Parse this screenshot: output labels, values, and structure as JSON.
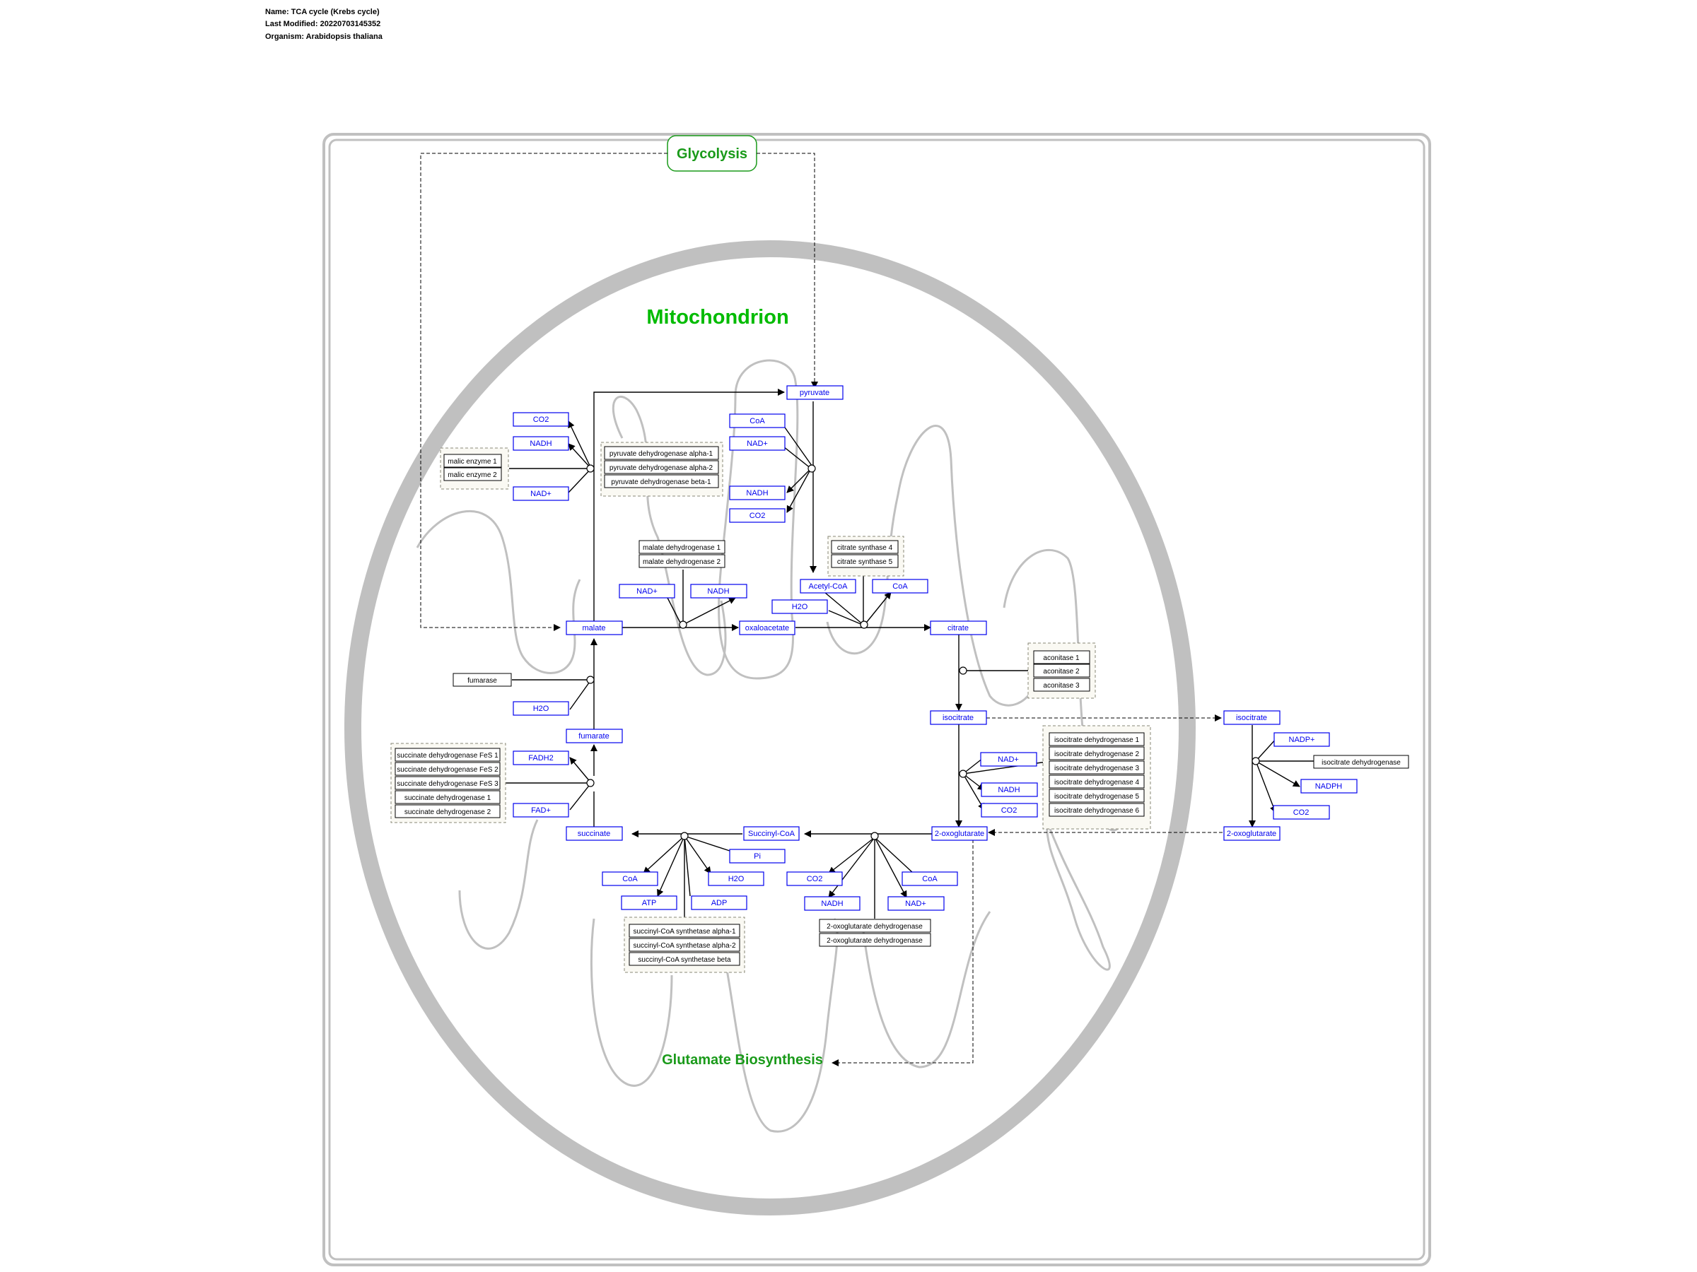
{
  "header": {
    "name": "Name: TCA cycle (Krebs cycle)",
    "modified": "Last Modified: 20220703145352",
    "organism": "Organism: Arabidopsis thaliana"
  },
  "labels": {
    "glycolysis": "Glycolysis",
    "mitochondrion": "Mitochondrion",
    "glutamate": "Glutamate Biosynthesis"
  },
  "metabolites": {
    "pyruvate": "pyruvate",
    "coa_pdh": "CoA",
    "nadp_pdh": "NAD+",
    "nadh_pdh": "NADH",
    "co2_pdh": "CO2",
    "co2_me": "CO2",
    "nadh_me": "NADH",
    "nadp_me": "NAD+",
    "malate": "malate",
    "oxaloacetate": "oxaloacetate",
    "nadp_mdh": "NAD+",
    "nadh_mdh": "NADH",
    "acetylcoa": "Acetyl-CoA",
    "coa_cs": "CoA",
    "h2o_cs": "H2O",
    "citrate": "citrate",
    "isocitrate": "isocitrate",
    "isocitrate_r": "isocitrate",
    "nadpp": "NADP+",
    "nadph": "NADPH",
    "co2_icd_r": "CO2",
    "oxo_r": "2-oxoglutarate",
    "nadp_icd": "NAD+",
    "nadh_icd": "NADH",
    "co2_icd": "CO2",
    "oxoglutarate": "2-oxoglutarate",
    "succinylcoa": "Succinyl-CoA",
    "co2_ogd": "CO2",
    "coa_ogd": "CoA",
    "nadh_ogd": "NADH",
    "nadp_ogd": "NAD+",
    "pi": "Pi",
    "h2o_scs": "H2O",
    "coa_scs": "CoA",
    "atp": "ATP",
    "adp": "ADP",
    "succinate": "succinate",
    "fadh2": "FADH2",
    "fad": "FAD+",
    "fumarate": "fumarate",
    "h2o_fum": "H2O"
  },
  "enzymes": {
    "me1": "malic enzyme 1",
    "me2": "malic enzyme 2",
    "pdh1": "pyruvate dehydrogenase alpha-1",
    "pdh2": "pyruvate dehydrogenase alpha-2",
    "pdh3": "pyruvate dehydrogenase beta-1",
    "mdh1": "malate dehydrogenase 1",
    "mdh2": "malate dehydrogenase 2",
    "cs4": "citrate synthase 4",
    "cs5": "citrate synthase 5",
    "aco1": "aconitase 1",
    "aco2": "aconitase 2",
    "aco3": "aconitase 3",
    "icdh_r": "isocitrate dehydrogenase",
    "icdh1": "isocitrate dehydrogenase 1",
    "icdh2": "isocitrate dehydrogenase 2",
    "icdh3": "isocitrate dehydrogenase 3",
    "icdh4": "isocitrate dehydrogenase 4",
    "icdh5": "isocitrate dehydrogenase 5",
    "icdh6": "isocitrate dehydrogenase 6",
    "ogd1": "2-oxoglutarate dehydrogenase",
    "ogd2": "2-oxoglutarate dehydrogenase",
    "scs1": "succinyl-CoA synthetase alpha-1",
    "scs2": "succinyl-CoA synthetase alpha-2",
    "scs3": "succinyl-CoA synthetase beta",
    "fum": "fumarase",
    "sdh1": "succinate dehydrogenase FeS 1",
    "sdh2": "succinate dehydrogenase FeS 2",
    "sdh3": "succinate dehydrogenase FeS 3",
    "sdh4": "succinate dehydrogenase 1",
    "sdh5": "succinate dehydrogenase 2"
  },
  "colors": {
    "metabolite": "#0000ee",
    "label_green": "#00bb00",
    "pathway_green": "#1a9a1a",
    "membrane": "#c0c0c0"
  }
}
